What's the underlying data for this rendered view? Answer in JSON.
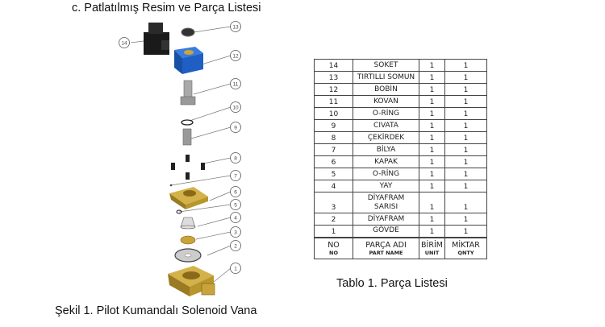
{
  "heading": "c. Patlatılmış Resim ve Parça Listesi",
  "figure": {
    "caption": "Şekil 1. Pilot Kumandalı Solenoid Vana",
    "callouts": [
      "14",
      "13",
      "12",
      "11",
      "10",
      "9",
      "8",
      "7",
      "6",
      "5",
      "4",
      "3",
      "2",
      "1"
    ],
    "colors": {
      "brass": "#b8962e",
      "coil": "#1f5fc4",
      "socket": "#1a1a1a",
      "steel": "#9a9a9a"
    }
  },
  "table": {
    "caption": "Tablo 1. Parça Listesi",
    "rows": [
      {
        "no": "14",
        "name": "SOKET",
        "unit": "1",
        "qty": "1"
      },
      {
        "no": "13",
        "name": "TIRTILLI SOMUN",
        "unit": "1",
        "qty": "1"
      },
      {
        "no": "12",
        "name": "BOBİN",
        "unit": "1",
        "qty": "1"
      },
      {
        "no": "11",
        "name": "KOVAN",
        "unit": "1",
        "qty": "1"
      },
      {
        "no": "10",
        "name": "O-RİNG",
        "unit": "1",
        "qty": "1"
      },
      {
        "no": "9",
        "name": "CIVATA",
        "unit": "1",
        "qty": "1"
      },
      {
        "no": "8",
        "name": "ÇEKİRDEK",
        "unit": "1",
        "qty": "1"
      },
      {
        "no": "7",
        "name": "BİLYA",
        "unit": "1",
        "qty": "1"
      },
      {
        "no": "6",
        "name": "KAPAK",
        "unit": "1",
        "qty": "1"
      },
      {
        "no": "5",
        "name": "O-RİNG",
        "unit": "1",
        "qty": "1"
      },
      {
        "no": "4",
        "name": "YAY",
        "unit": "1",
        "qty": "1"
      },
      {
        "no": "3",
        "name": "DİYAFRAM SARISI",
        "name_line1": "DİYAFRAM",
        "name_line2": "SARISI",
        "unit": "1",
        "qty": "1"
      },
      {
        "no": "2",
        "name": "DİYAFRAM",
        "unit": "1",
        "qty": "1"
      },
      {
        "no": "1",
        "name": "GÖVDE",
        "unit": "1",
        "qty": "1"
      }
    ],
    "header": {
      "no": "NO",
      "no_en": "NO",
      "name": "PARÇA ADI",
      "name_en": "PART NAME",
      "unit": "BİRİM",
      "unit_en": "UNIT",
      "qty": "MİKTAR",
      "qty_en": "QNTY"
    }
  }
}
